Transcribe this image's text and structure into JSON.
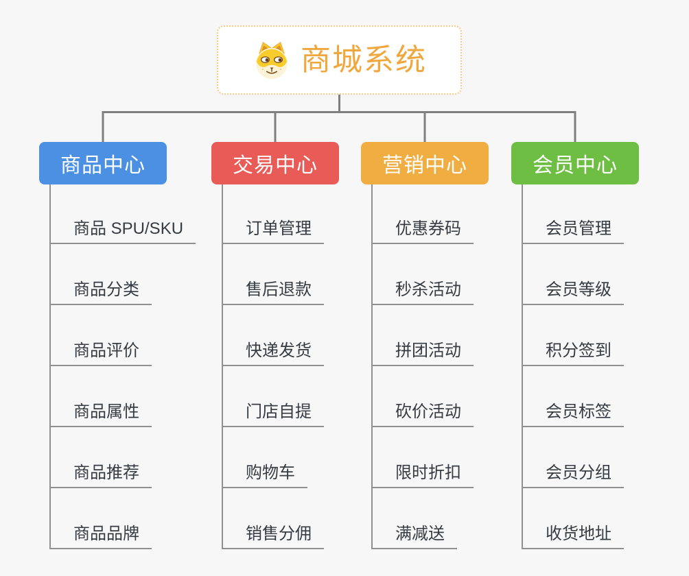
{
  "page": {
    "background": "#f7f7f7",
    "connector_color": "#7f7f7f",
    "leaf_line_color": "#8f8f8f",
    "leaf_text_color": "#363b42"
  },
  "root": {
    "title": "商城系统",
    "icon": "dog-face-icon",
    "accent_color": "#f0a73e",
    "border_color": "#f7ca87"
  },
  "branches": [
    {
      "label": "商品中心",
      "color": "#4b90e2",
      "items": [
        "商品 SPU/SKU",
        "商品分类",
        "商品评价",
        "商品属性",
        "商品推荐",
        "商品品牌"
      ]
    },
    {
      "label": "交易中心",
      "color": "#e85b56",
      "items": [
        "订单管理",
        "售后退款",
        "快递发货",
        "门店自提",
        "购物车",
        "销售分佣"
      ]
    },
    {
      "label": "营销中心",
      "color": "#efad42",
      "items": [
        "优惠券码",
        "秒杀活动",
        "拼团活动",
        "砍价活动",
        "限时折扣",
        "满减送"
      ]
    },
    {
      "label": "会员中心",
      "color": "#6fbe44",
      "items": [
        "会员管理",
        "会员等级",
        "积分签到",
        "会员标签",
        "会员分组",
        "收货地址"
      ]
    }
  ]
}
